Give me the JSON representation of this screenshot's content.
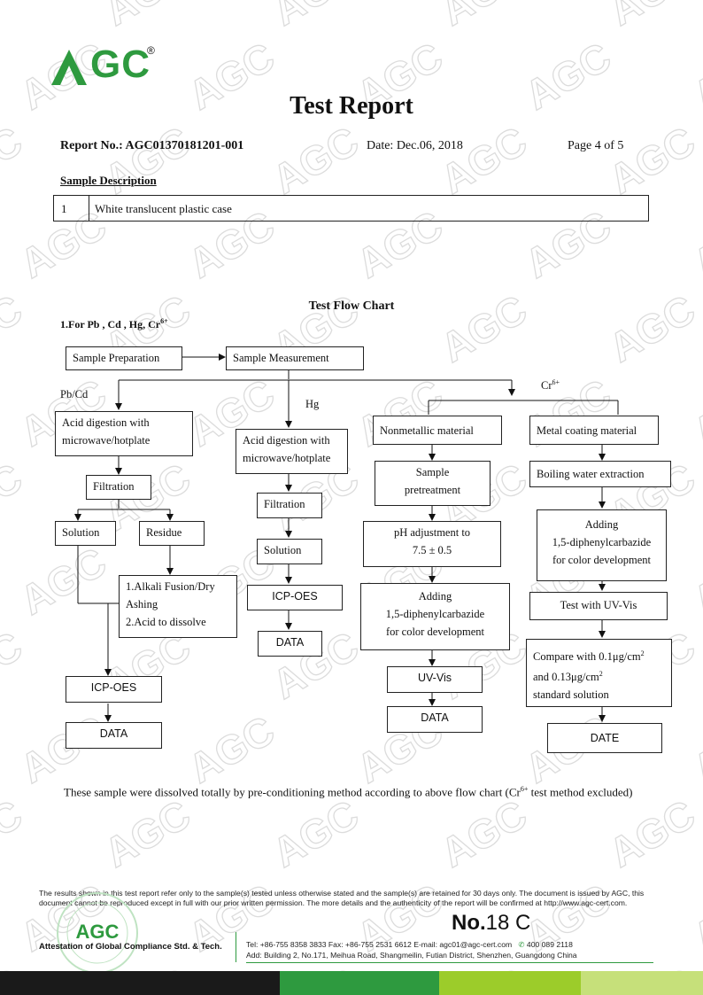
{
  "brand": {
    "logo": "AGC",
    "registered": "®",
    "watermark": "AGC",
    "green": "#2e9a3f",
    "lime": "#9ccc2a"
  },
  "document": {
    "title": "Test Report",
    "report_no_label": "Report No.:",
    "report_no": "AGC01370181201-001",
    "date": "Date: Dec.06, 2018",
    "page": "Page 4 of 5"
  },
  "sample_description": {
    "title": "Sample Description",
    "rows": [
      {
        "no": "1",
        "text": "White translucent plastic case"
      }
    ]
  },
  "flow_chart": {
    "title": "Test Flow Chart",
    "subtitle": "1.For Pb , Cd , Hg, Cr",
    "subtitle_sup": "6+",
    "sample_preparation": "Sample Preparation",
    "sample_measurement": "Sample Measurement",
    "branch_pbcd": "Pb/Cd",
    "branch_hg": "Hg",
    "branch_cr": "Cr",
    "branch_cr_sup": "6+",
    "pbcd": {
      "acid_1": "Acid digestion with",
      "acid_2": "microwave/hotplate",
      "filtration": "Filtration",
      "solution": "Solution",
      "residue": "Residue",
      "alkali_1": "1.Alkali Fusion/Dry",
      "alkali_2": "Ashing",
      "alkali_3": "2.Acid to dissolve",
      "icp": "ICP-OES",
      "data": "DATA"
    },
    "hg": {
      "acid_1": "Acid digestion with",
      "acid_2": "microwave/hotplate",
      "filtration": "Filtration",
      "solution": "Solution",
      "icp": "ICP-OES",
      "data": "DATA"
    },
    "nonmetal": {
      "title": "Nonmetallic material",
      "pre_1": "Sample",
      "pre_2": "pretreatment",
      "ph_1": "pH adjustment to",
      "ph_2": "7.5 ± 0.5",
      "add_1": "Adding",
      "add_2": "1,5-diphenylcarbazide",
      "add_3": "for color development",
      "uv": "UV-Vis",
      "data": "DATA"
    },
    "metal": {
      "title": "Metal coating material",
      "boil": "Boiling water extraction",
      "add_1": "Adding",
      "add_2": "1,5-diphenylcarbazide",
      "add_3": "for color development",
      "test": "Test with UV-Vis",
      "cmp_1a": "Compare with 0.1μg/cm",
      "cmp_1sup": "2",
      "cmp_2a": "and 0.13μg/cm",
      "cmp_2sup": "2",
      "cmp_3": "standard solution",
      "date": "DATE"
    }
  },
  "note": {
    "text_a": "These sample were dissolved totally by pre-conditioning method according to above flow chart (Cr",
    "sup": "6+",
    "text_b": " test method excluded)"
  },
  "footer": {
    "disclaimer": "The results shown in this test report refer only to the sample(s) tested unless otherwise stated and the sample(s) are retained for 30 days only. The document is issued by AGC, this document cannot be reproduced except in full with our prior written permission. The more details and the authenticity of the report will be confirmed at http://www.agc-cert.com.",
    "attestation": "Attestation of Global Compliance Std. & Tech.",
    "no_label": "No.",
    "no_value": "18 C",
    "contact_1": "Tel: +86-755 8358 3833    Fax: +86-755 2531 6612    E-mail: agc01@agc-cert.com",
    "hotline": "400 089 2118",
    "contact_2": "Add: Building 2, No.171, Meihua Road, Shangmeilin, Futian District, Shenzhen, Guangdong China"
  }
}
